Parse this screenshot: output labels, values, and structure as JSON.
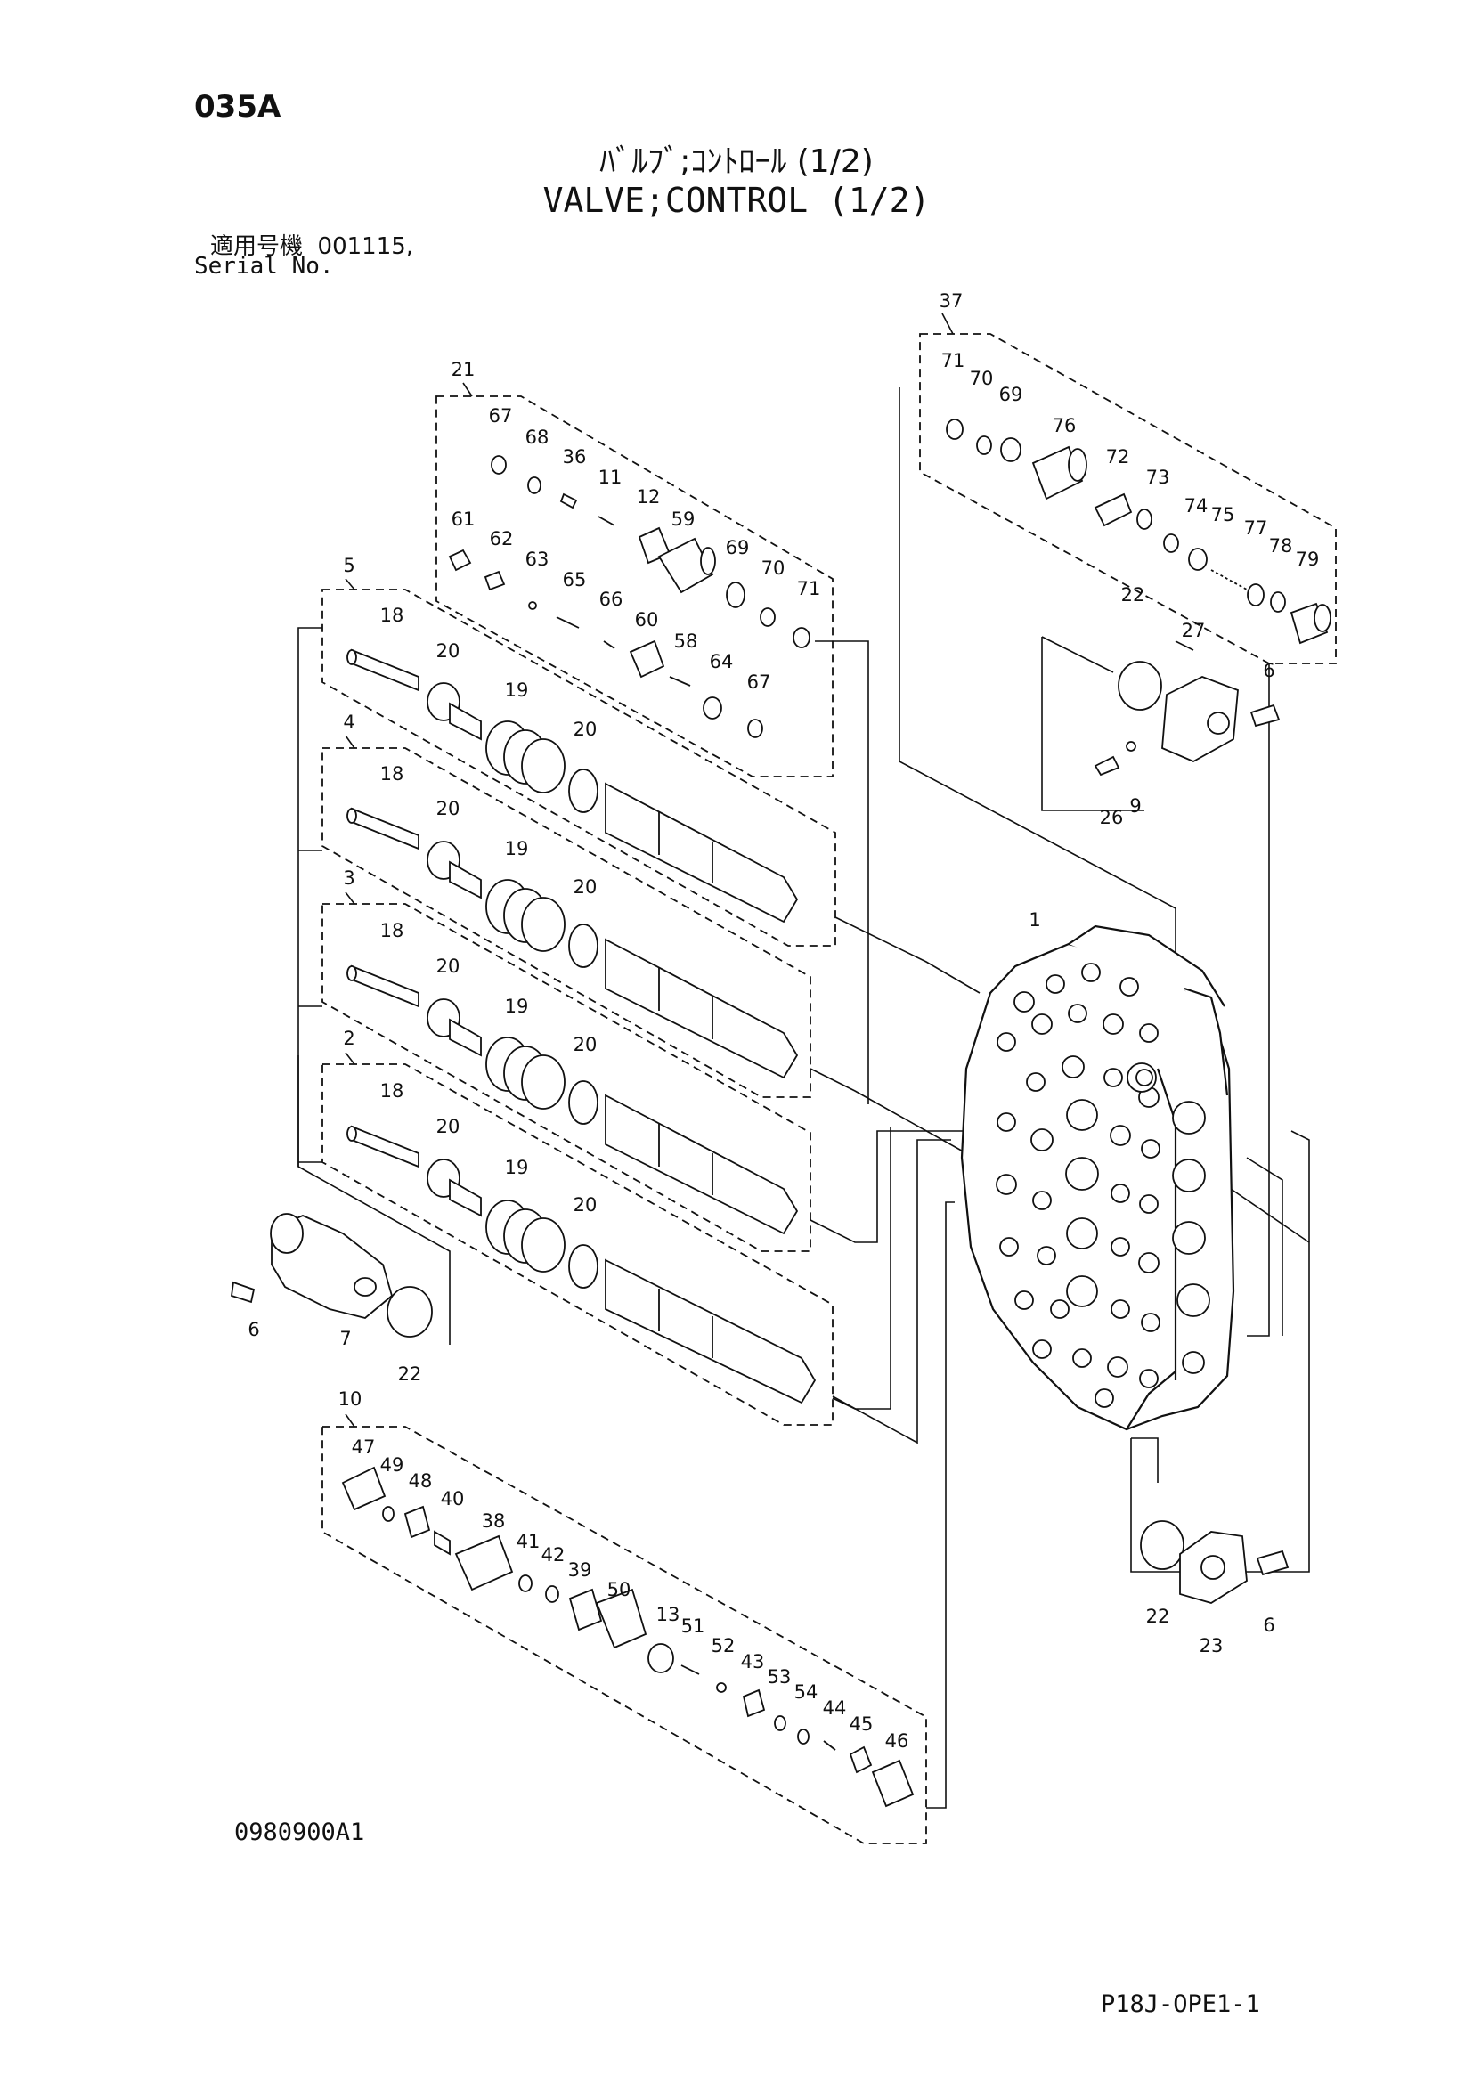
{
  "header": {
    "page_code": "035A",
    "title_jp": "ﾊﾞﾙﾌﾞ;ｺﾝﾄﾛｰﾙ (1/2)",
    "title_en": "VALVE;CONTROL (1/2)",
    "serial_label_jp": "適用号機",
    "serial_value": "001115,",
    "serial_label_en": "Serial No."
  },
  "footer": {
    "drawing_number": "0980900A1",
    "sheet_reference": "P18J-OPE1-1"
  },
  "callouts": [
    {
      "id": "c37",
      "text": "37"
    },
    {
      "id": "c71a",
      "text": "71"
    },
    {
      "id": "c70a",
      "text": "70"
    },
    {
      "id": "c69a",
      "text": "69"
    },
    {
      "id": "c76",
      "text": "76"
    },
    {
      "id": "c72",
      "text": "72"
    },
    {
      "id": "c73",
      "text": "73"
    },
    {
      "id": "c74",
      "text": "74"
    },
    {
      "id": "c75",
      "text": "75"
    },
    {
      "id": "c77",
      "text": "77"
    },
    {
      "id": "c78",
      "text": "78"
    },
    {
      "id": "c79",
      "text": "79"
    },
    {
      "id": "c22a",
      "text": "22"
    },
    {
      "id": "c27",
      "text": "27"
    },
    {
      "id": "c6a",
      "text": "6"
    },
    {
      "id": "c26",
      "text": "26"
    },
    {
      "id": "c9",
      "text": "9"
    },
    {
      "id": "c21",
      "text": "21"
    },
    {
      "id": "c67a",
      "text": "67"
    },
    {
      "id": "c68",
      "text": "68"
    },
    {
      "id": "c36",
      "text": "36"
    },
    {
      "id": "c11",
      "text": "11"
    },
    {
      "id": "c12",
      "text": "12"
    },
    {
      "id": "c59",
      "text": "59"
    },
    {
      "id": "c61",
      "text": "61"
    },
    {
      "id": "c62",
      "text": "62"
    },
    {
      "id": "c63",
      "text": "63"
    },
    {
      "id": "c65",
      "text": "65"
    },
    {
      "id": "c66",
      "text": "66"
    },
    {
      "id": "c60",
      "text": "60"
    },
    {
      "id": "c58",
      "text": "58"
    },
    {
      "id": "c69b",
      "text": "69"
    },
    {
      "id": "c70b",
      "text": "70"
    },
    {
      "id": "c71b",
      "text": "71"
    },
    {
      "id": "c64",
      "text": "64"
    },
    {
      "id": "c67b",
      "text": "67"
    },
    {
      "id": "c5",
      "text": "5"
    },
    {
      "id": "c18a",
      "text": "18"
    },
    {
      "id": "c20a",
      "text": "20"
    },
    {
      "id": "c19a",
      "text": "19"
    },
    {
      "id": "c20b",
      "text": "20"
    },
    {
      "id": "c4",
      "text": "4"
    },
    {
      "id": "c18b",
      "text": "18"
    },
    {
      "id": "c20c",
      "text": "20"
    },
    {
      "id": "c19b",
      "text": "19"
    },
    {
      "id": "c20d",
      "text": "20"
    },
    {
      "id": "c3",
      "text": "3"
    },
    {
      "id": "c18c",
      "text": "18"
    },
    {
      "id": "c20e",
      "text": "20"
    },
    {
      "id": "c19c",
      "text": "19"
    },
    {
      "id": "c20f",
      "text": "20"
    },
    {
      "id": "c2",
      "text": "2"
    },
    {
      "id": "c18d",
      "text": "18"
    },
    {
      "id": "c20g",
      "text": "20"
    },
    {
      "id": "c19d",
      "text": "19"
    },
    {
      "id": "c20h",
      "text": "20"
    },
    {
      "id": "c1",
      "text": "1"
    },
    {
      "id": "c6b",
      "text": "6"
    },
    {
      "id": "c7",
      "text": "7"
    },
    {
      "id": "c22b",
      "text": "22"
    },
    {
      "id": "c10",
      "text": "10"
    },
    {
      "id": "c47",
      "text": "47"
    },
    {
      "id": "c49",
      "text": "49"
    },
    {
      "id": "c48",
      "text": "48"
    },
    {
      "id": "c40",
      "text": "40"
    },
    {
      "id": "c38",
      "text": "38"
    },
    {
      "id": "c41",
      "text": "41"
    },
    {
      "id": "c42",
      "text": "42"
    },
    {
      "id": "c39",
      "text": "39"
    },
    {
      "id": "c50",
      "text": "50"
    },
    {
      "id": "c13",
      "text": "13"
    },
    {
      "id": "c51",
      "text": "51"
    },
    {
      "id": "c52",
      "text": "52"
    },
    {
      "id": "c43",
      "text": "43"
    },
    {
      "id": "c53",
      "text": "53"
    },
    {
      "id": "c54",
      "text": "54"
    },
    {
      "id": "c44",
      "text": "44"
    },
    {
      "id": "c45",
      "text": "45"
    },
    {
      "id": "c46",
      "text": "46"
    },
    {
      "id": "c22c",
      "text": "22"
    },
    {
      "id": "c23",
      "text": "23"
    },
    {
      "id": "c6c",
      "text": "6"
    }
  ]
}
